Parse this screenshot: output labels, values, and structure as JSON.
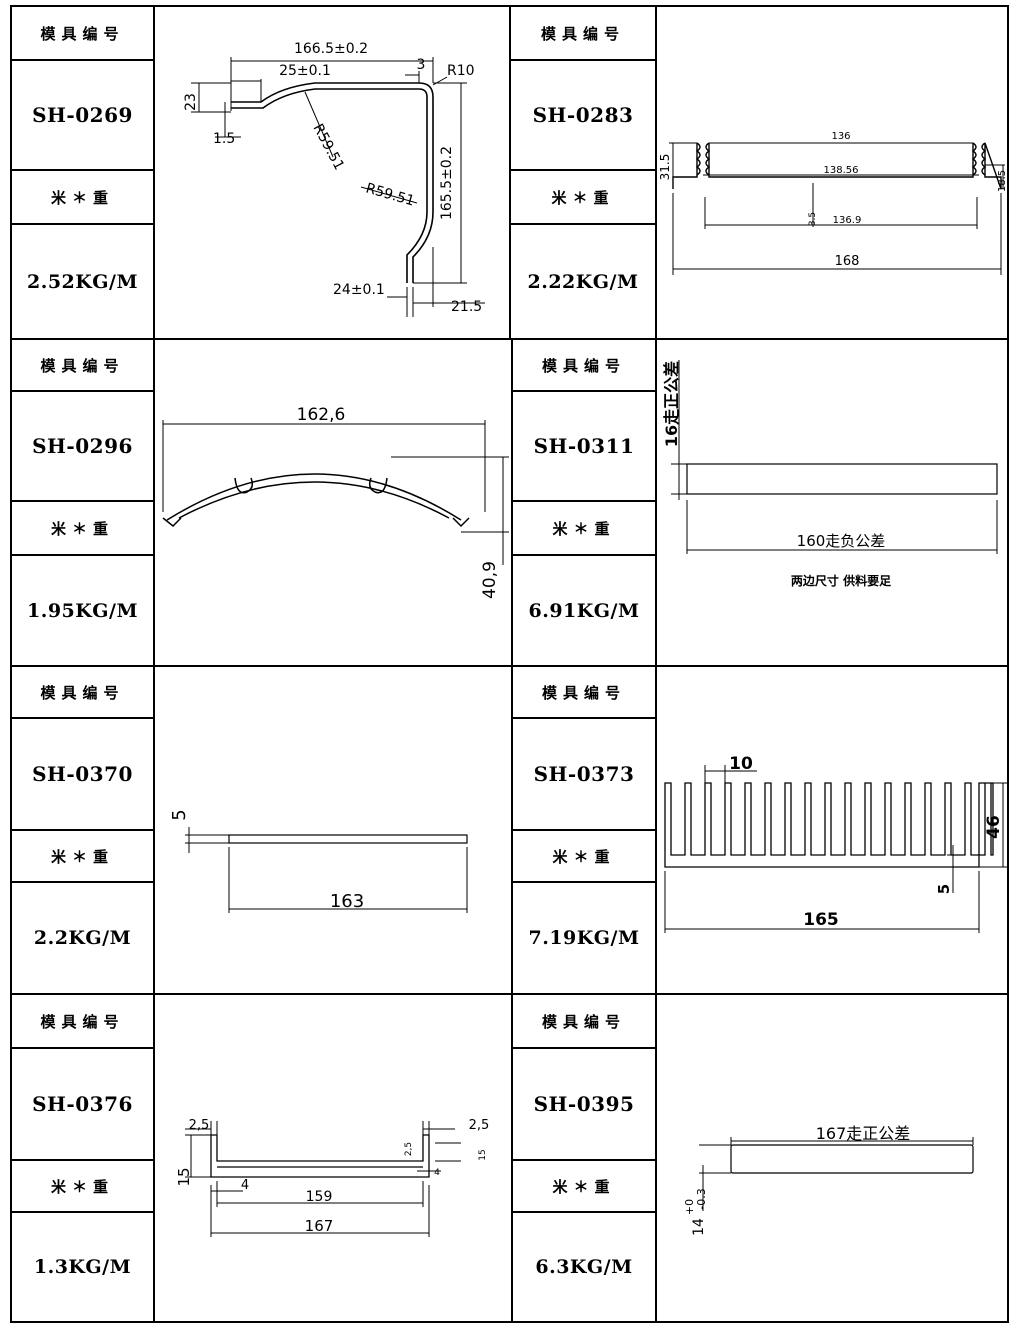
{
  "labels": {
    "mold_no": "模具编号",
    "weight": "米＊重"
  },
  "rows": [
    {
      "left": {
        "code": "SH-0269",
        "weight": "2.52KG/M",
        "dims": {
          "d1": "166.5±0.2",
          "d2": "25±0.1",
          "d3": "3",
          "d4": "R10",
          "d5": "23",
          "d6": "1.5",
          "d7": "R59.51",
          "d8": "R59.51",
          "d9": "165.5±0.2",
          "d10": "24±0.1",
          "d11": "21.5"
        }
      },
      "right": {
        "code": "SH-0283",
        "weight": "2.22KG/M",
        "dims": {
          "d1": "136",
          "d2": "138.56",
          "d3": "3.5",
          "d4": "136.9",
          "d5": "168",
          "d6": "31.5",
          "d7": "18.5"
        }
      }
    },
    {
      "left": {
        "code": "SH-0296",
        "weight": "1.95KG/M",
        "dims": {
          "d1": "162,6",
          "d2": "40,9"
        }
      },
      "right": {
        "code": "SH-0311",
        "weight": "6.91KG/M",
        "dims": {
          "d1": "16走正公差",
          "d2": "160走负公差",
          "note": "两边尺寸  供料要足"
        }
      }
    },
    {
      "left": {
        "code": "SH-0370",
        "weight": "2.2KG/M",
        "dims": {
          "d1": "5",
          "d2": "163"
        }
      },
      "right": {
        "code": "SH-0373",
        "weight": "7.19KG/M",
        "dims": {
          "d1": "10",
          "d2": "46",
          "d3": "5",
          "d4": "165"
        }
      }
    },
    {
      "left": {
        "code": "SH-0376",
        "weight": "1.3KG/M",
        "dims": {
          "d1": "2,5",
          "d2": "2,5",
          "d3": "2,5",
          "d4": "15",
          "d5": "15",
          "d6": "4",
          "d7": "4",
          "d8": "159",
          "d9": "167"
        }
      },
      "right": {
        "code": "SH-0395",
        "weight": "6.3KG/M",
        "dims": {
          "d1": "167走正公差",
          "d2": "14",
          "d3": "+0",
          "d4": "-0.3"
        }
      }
    }
  ]
}
